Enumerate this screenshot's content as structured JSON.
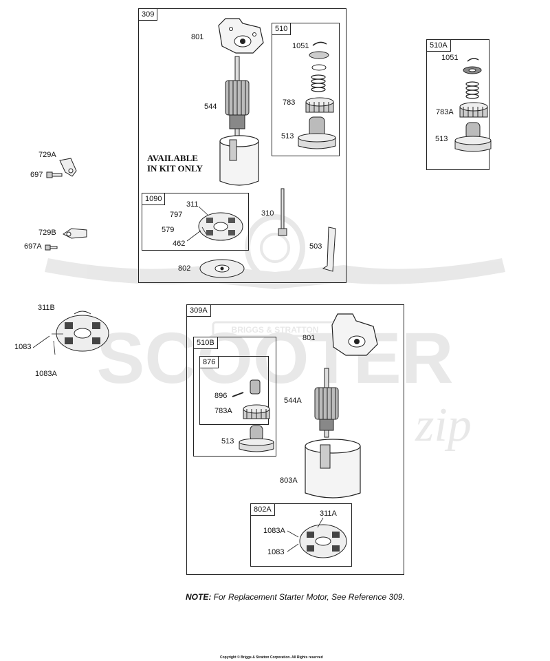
{
  "diagram": {
    "boxes": {
      "b309": "309",
      "b510": "510",
      "b510a": "510A",
      "b1090": "1090",
      "b309a": "309A",
      "b510b": "510B",
      "b876": "876",
      "b802a": "802A"
    },
    "labels": {
      "l801": "801",
      "l544": "544",
      "l1051": "1051",
      "l783": "783",
      "l513": "513",
      "l1051b": "1051",
      "l783a": "783A",
      "l513b": "513",
      "l729a": "729A",
      "l697": "697",
      "l729b": "729B",
      "l697a": "697A",
      "l311": "311",
      "l797": "797",
      "l579": "579",
      "l462": "462",
      "l310": "310",
      "l503": "503",
      "l802": "802",
      "l311b": "311B",
      "l1083": "1083",
      "l1083a": "1083A",
      "l801b": "801",
      "l896": "896",
      "l783a2": "783A",
      "l544a": "544A",
      "l513c": "513",
      "l803a": "803A",
      "l311a": "311A",
      "l1083a2": "1083A",
      "l1083b": "1083"
    },
    "kit_text": [
      "AVAILABLE",
      "IN KIT ONLY"
    ],
    "note_prefix": "NOTE:",
    "note_text": " For Replacement Starter Motor, See Reference 309.",
    "copyright": "Copyright © Briggs & Stratton Corporation. All Rights reserved",
    "watermark": {
      "brand": "SCOOTER",
      "brand_suffix": "zip",
      "badge": "BRIGGS & STRATTON"
    }
  }
}
